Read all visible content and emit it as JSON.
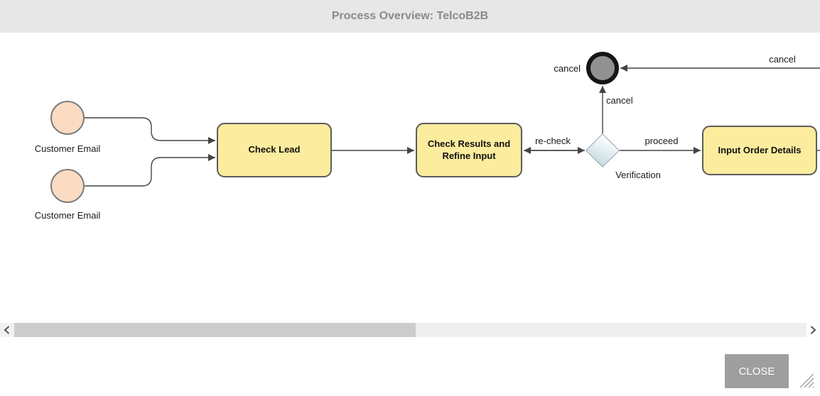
{
  "header": {
    "title": "Process Overview: TelcoB2B"
  },
  "diagram": {
    "type": "bpmn-process",
    "start_events": [
      {
        "label": "Customer Email"
      },
      {
        "label": "Customer Email"
      }
    ],
    "tasks": [
      {
        "label": "Check Lead"
      },
      {
        "label": "Check Results and Refine Input"
      },
      {
        "label": "Input Order Details"
      }
    ],
    "gateway": {
      "label": "Verification"
    },
    "end_event": {
      "label": "cancel"
    },
    "flow_labels": {
      "recheck": "re-check",
      "proceed": "proceed",
      "cancel_up": "cancel",
      "cancel_right": "cancel"
    }
  },
  "footer": {
    "close_label": "CLOSE"
  },
  "icons": {
    "scroll_left": "chevron-left-icon",
    "scroll_right": "chevron-right-icon",
    "resize": "resize-grip-icon"
  },
  "colors": {
    "header-bg": "#e7e7e7",
    "header-text": "#8a8a8a",
    "task-fill": "#fbec9e",
    "task-border": "#5c5c5c",
    "start-fill": "#fbdcc3",
    "start-border": "#7d7d7d",
    "end-ring": "#151515",
    "end-fill": "#919191",
    "gateway-fill-top": "#f4f9fa",
    "gateway-fill-bottom": "#c6dbe1",
    "gateway-border": "#8fa3ab",
    "edge": "#444444",
    "close-bg": "#9e9e9e",
    "close-text": "#ffffff",
    "scroll-thumb": "#cccccc",
    "scroll-track": "#efefef",
    "scroll-btn": "#f1f1f1"
  }
}
